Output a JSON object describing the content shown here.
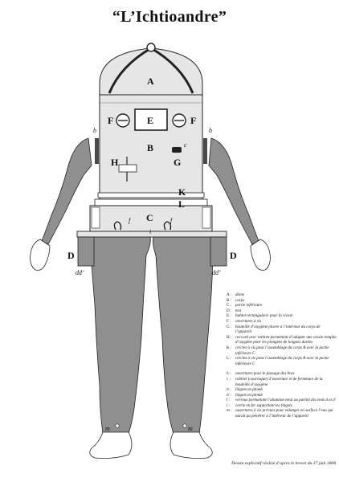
{
  "title": "“L’Ichtioandre”",
  "labels": {
    "A": "A",
    "E": "E",
    "F_left": "F",
    "F_right": "F",
    "B": "B",
    "c": "c",
    "H": "H",
    "G": "G",
    "K": "K",
    "L": "L",
    "C": "C",
    "f_left": "f",
    "f_right": "f",
    "i": "i",
    "b_left": "b",
    "b_right": "b",
    "D_left": "D",
    "D_right": "D",
    "dd_left": "dd’",
    "dd_right": "dd’",
    "m_left": "m",
    "m_right": "m"
  },
  "legend_main": [
    {
      "key": "A :",
      "text": "dôme"
    },
    {
      "key": "B :",
      "text": "corps"
    },
    {
      "key": "C :",
      "text": "partie inférieure"
    },
    {
      "key": "D :",
      "text": "lest"
    },
    {
      "key": "E :",
      "text": "hublot rectangulaire pour la vision"
    },
    {
      "key": "F :",
      "text": "ouvertures à vis"
    },
    {
      "key": "G :",
      "text": "bouteille d’oxygène placée à l’intérieur du corps de l’appareil"
    },
    {
      "key": "H :",
      "text": "raccord avec robinet permettant d’adapter une vessie remplie d’oxygène pour les plongées de longues durées"
    },
    {
      "key": "K :",
      "text": "cercles à vis pour l’assemblage du corps B avec la partie inférieure C"
    },
    {
      "key": "L :",
      "text": "cercles à vis pour l’assemblage du corps B avec la partie inférieure C"
    }
  ],
  "legend_minor": [
    {
      "key": "b :",
      "text": "ouvertures pour le passage des bras"
    },
    {
      "key": "c :",
      "text": "robinet (courroque) d’ouverture et de fermeture de la bouteille d’oxygène"
    },
    {
      "key": "d :",
      "text": "lingots en plomb"
    },
    {
      "key": "d’ :",
      "text": "lingots en plomb"
    },
    {
      "key": "f :",
      "text": "verrous permettant l’abandon total ou partiel des lests d et d’"
    },
    {
      "key": "i :",
      "text": "cercle en fer supportant les lingots"
    },
    {
      "key": "m :",
      "text": "ouvertures à vis prévues pour vidanger en surface l’eau qui aurait pu pénétrer à l’intérieur de l’appareil"
    }
  ],
  "caption": "Dessin explicatif réalisé d’après le brevet du 17 juin 1808",
  "colors": {
    "suit": "#8f8f8f",
    "metal": "#e6e6e6",
    "line": "#222222",
    "dark": "#4a4a4a"
  }
}
